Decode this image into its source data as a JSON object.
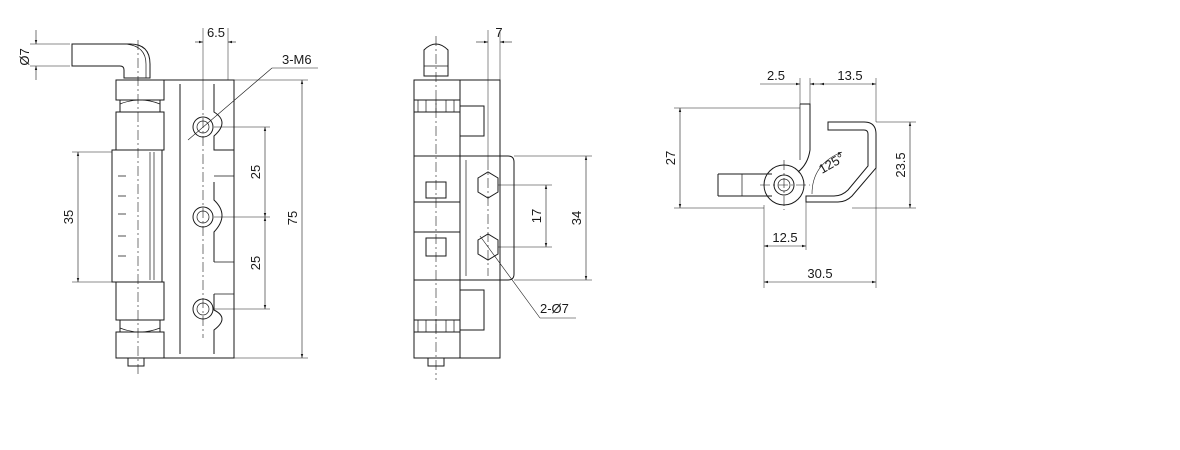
{
  "dimensions": {
    "pin_diameter": "Ø7",
    "pin_offset": "6.5",
    "thread_callout": "3-M6",
    "hole_spacing_top": "25",
    "hole_spacing_bottom": "25",
    "knuckle_length": "35",
    "overall_height": "75",
    "leaf_offset": "7",
    "side_hole_spacing": "17",
    "side_leaf_height": "34",
    "hole_callout": "2-Ø7",
    "top_gap": "2.5",
    "top_width": "13.5",
    "profile_height_left": "27",
    "profile_height_right": "23.5",
    "opening_angle": "125°",
    "pivot_offset": "12.5",
    "overall_depth": "30.5"
  }
}
